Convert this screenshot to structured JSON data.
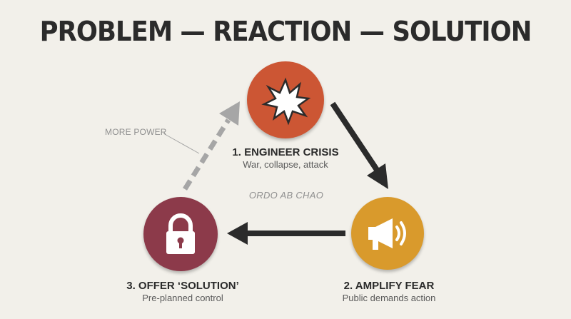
{
  "title": "PROBLEM — REACTION — SOLUTION",
  "center_text": "ORDO AB CHAO",
  "loop_label": "MORE POWER",
  "nodes": [
    {
      "title": "1. ENGINEER CRISIS",
      "subtitle": "War, collapse, attack",
      "color": "#cc5634",
      "icon": "explosion-icon"
    },
    {
      "title": "2. AMPLIFY FEAR",
      "subtitle": "Public demands action",
      "color": "#d99a2c",
      "icon": "megaphone-icon"
    },
    {
      "title": "3. OFFER ‘SOLUTION’",
      "subtitle": "Pre-planned control",
      "color": "#8c3a4a",
      "icon": "padlock-icon"
    }
  ],
  "colors": {
    "background": "#f2f0ea",
    "arrow_solid": "#2b2b2b",
    "arrow_dashed": "#a6a6a6",
    "text_muted": "#8f8f8f"
  }
}
